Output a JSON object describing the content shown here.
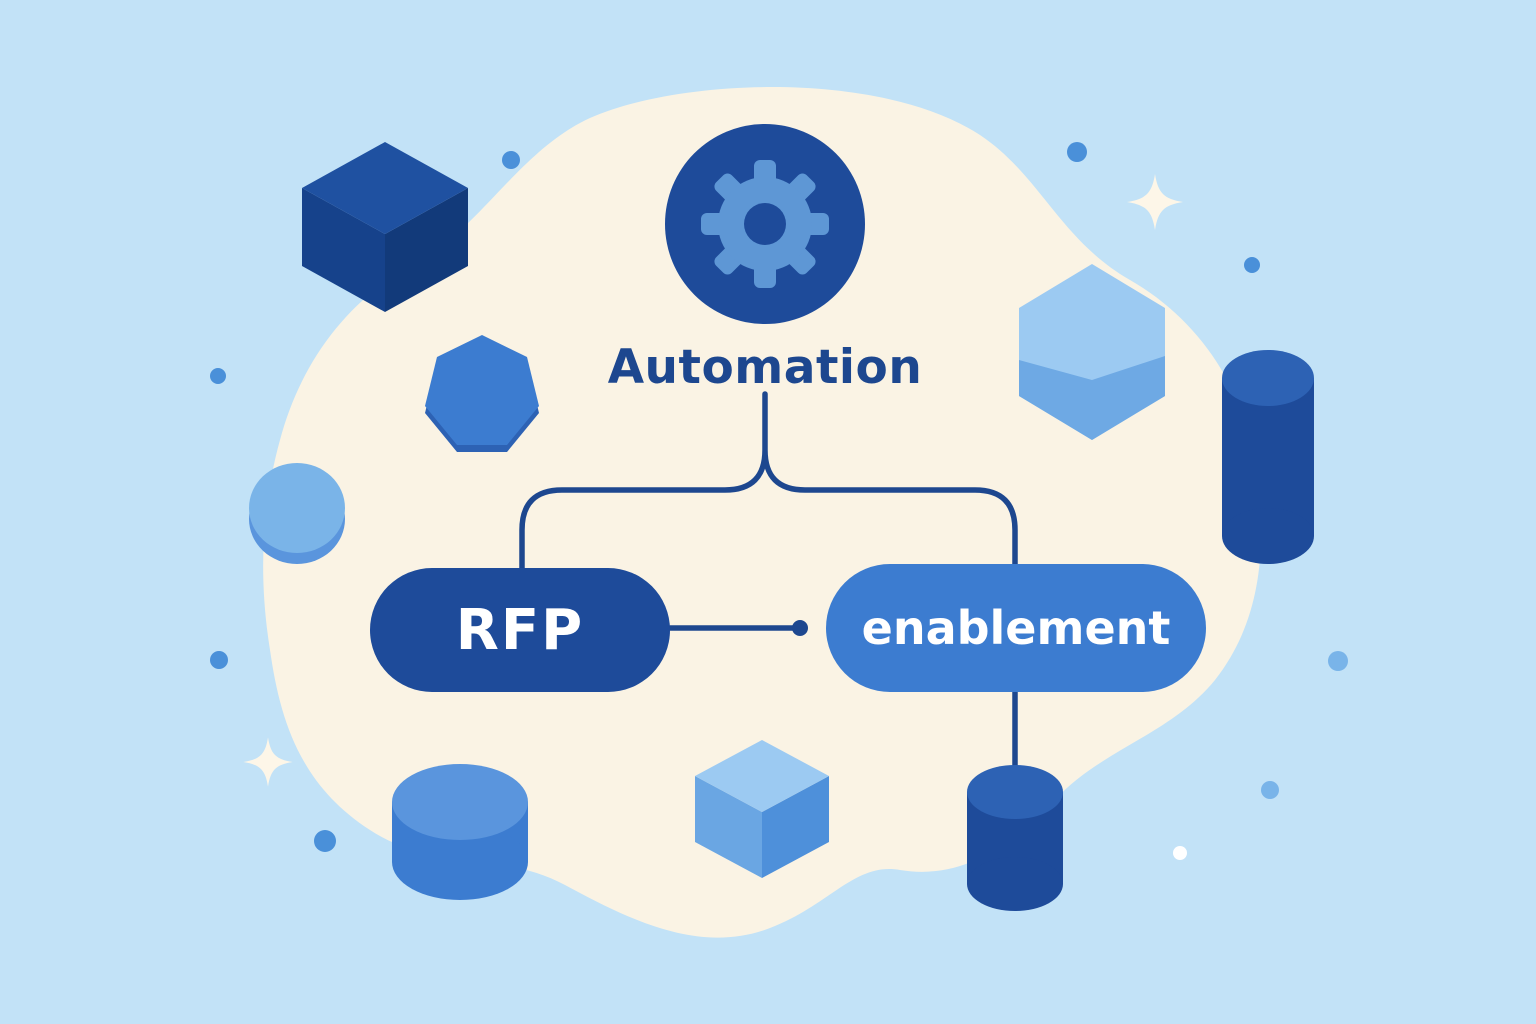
{
  "diagram": {
    "root_label": "Automation",
    "nodes": [
      {
        "label": "RFP"
      },
      {
        "label": "enablement"
      }
    ]
  },
  "colors": {
    "bg": "#c2e2f7",
    "blob": "#faf3e4",
    "navy": "#1e4b9a",
    "navy_top": "#2d62b4",
    "cube_top": "#1f51a1",
    "cube_left": "#16428b",
    "cube_right": "#123a7a",
    "mid_blue": "#3c7cd0",
    "mid_blue_light": "#5a95dd",
    "light_blue": "#7ab4e8",
    "lighter_blue": "#9ccaf2",
    "cube2_left": "#6aa6e3",
    "cube2_right": "#4e90da",
    "hex_bottom": "#6ea9e4",
    "gear": "#5e97d5",
    "connector": "#1d478f",
    "text_navy": "#1d478f",
    "star": "#fdf6e8",
    "dot_blue": "#4a90d9",
    "dot_light": "#79b4e9",
    "white": "#ffffff"
  },
  "decor": {
    "shapes": [
      "cube",
      "heptagon",
      "sphere",
      "hexagon",
      "cylinder",
      "cylinder",
      "cube",
      "cylinder"
    ],
    "sparkle_count": 2,
    "dot_count": 9
  }
}
